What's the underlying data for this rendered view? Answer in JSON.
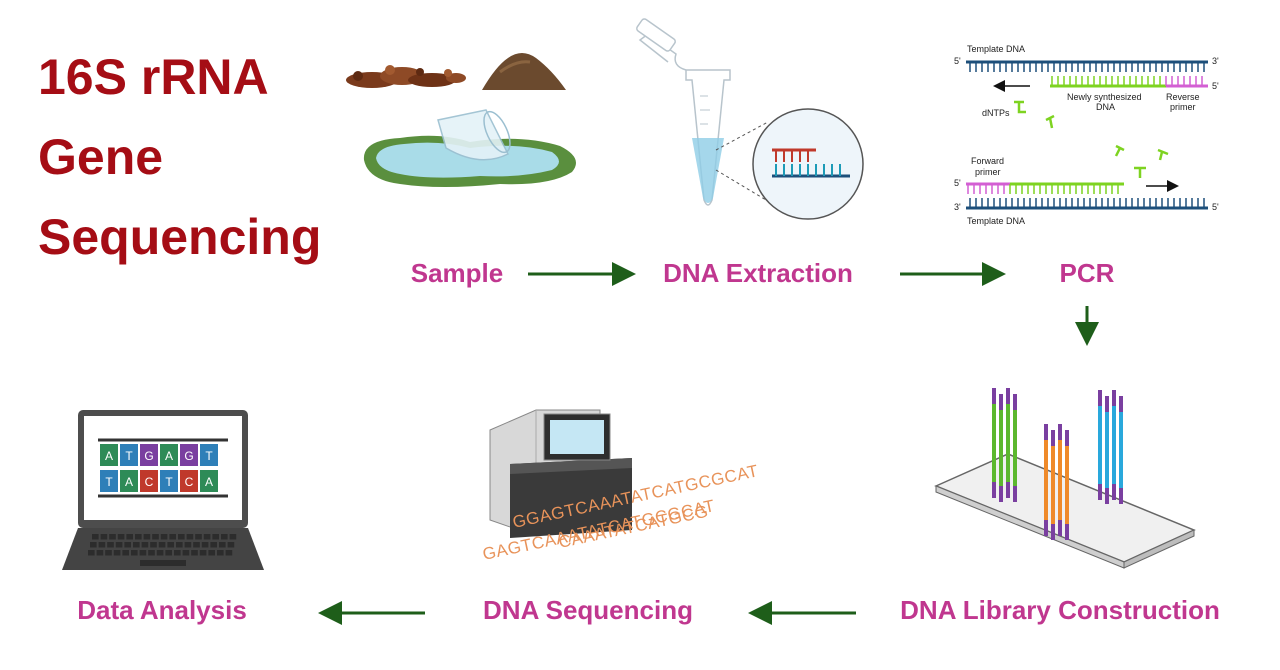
{
  "title": {
    "lines": [
      "16S rRNA",
      "Gene",
      "Sequencing"
    ]
  },
  "steps": {
    "sample": "Sample",
    "extraction": "DNA Extraction",
    "pcr": "PCR",
    "library": "DNA Library Construction",
    "sequencing": "DNA Sequencing",
    "analysis": "Data Analysis"
  },
  "pcr_labels": {
    "template_top": "Template DNA",
    "template_bottom": "Template DNA",
    "newly_synthesized": [
      "Newly synthesized",
      "DNA"
    ],
    "reverse_primer": [
      "Reverse",
      "primer"
    ],
    "forward_primer": [
      "Forward",
      "primer"
    ],
    "dntps": "dNTPs",
    "five_prime": "5'",
    "three_prime": "3'"
  },
  "screen_bases": {
    "top": [
      "A",
      "T",
      "G",
      "A",
      "G",
      "T"
    ],
    "bottom": [
      "T",
      "A",
      "C",
      "T",
      "C",
      "A"
    ]
  },
  "sequence_text": [
    "GGAGTCAAATATCATGCGCAT",
    "CAAATATCATGCG",
    "GAGTCAAATATCATGCGCAT"
  ],
  "colors": {
    "title": "#a50d15",
    "step_label": "#c0378f",
    "arrow": "#1e5e1a",
    "strand": "#1d4f7a",
    "new_dna": "#7ed321",
    "primer": "#d35fd3",
    "rna": "#c0392b",
    "sequence": "#e8935a"
  }
}
